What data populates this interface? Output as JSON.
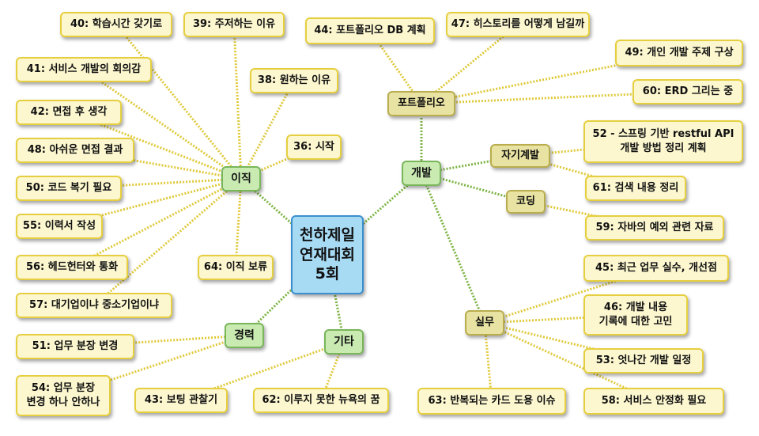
{
  "center": "천하제일\n연재대회\n5회",
  "nodes": {
    "ijik": "이직",
    "gaebal": "개발",
    "gyeongryeok": "경력",
    "gita": "기타",
    "portfolio": "포트폴리오",
    "jagi": "자기계발",
    "coding": "코딩",
    "silmu": "실무",
    "n40": "40: 학습시간 갖기로",
    "n39": "39: 주저하는 이유",
    "n41": "41: 서비스 개발의 회의감",
    "n38": "38: 원하는 이유",
    "n42": "42: 면접 후 생각",
    "n48": "48: 아쉬운 면접 결과",
    "n36": "36: 시작",
    "n50": "50: 코드 복기 필요",
    "n55": "55: 이력서 작성",
    "n56": "56: 헤드헌터와 통화",
    "n64": "64: 이직 보류",
    "n57": "57: 대기업이냐 중소기업이냐",
    "n51": "51: 업무 분장 변경",
    "n54": "54: 업무 분장\n변경 하나 안하나",
    "n43": "43: 보팅 관찰기",
    "n62": "62: 이루지 못한 뉴욕의 꿈",
    "n44": "44: 포트폴리오 DB 계획",
    "n47": "47: 히스토리를 어떻게 남길까",
    "n49": "49: 개인 개발 주제 구상",
    "n60": "60: ERD 그리는 중",
    "n52": "52 - 스프링 기반 restful API\n개발 방법 정리 계획",
    "n61": "61: 검색 내용 정리",
    "n59": "59: 자바의 예외 관련 자료",
    "n45": "45: 최근 업무 실수, 개선점",
    "n46": "46: 개발 내용\n기록에 대한 고민",
    "n53": "53: 엇나간 개발 일정",
    "n58": "58: 서비스 안정화 필요",
    "n63": "63: 반복되는 카드 도용 이슈"
  },
  "edges": [
    [
      "center",
      "ijik"
    ],
    [
      "center",
      "gaebal"
    ],
    [
      "center",
      "gyeongryeok"
    ],
    [
      "center",
      "gita"
    ],
    [
      "ijik",
      "n40"
    ],
    [
      "ijik",
      "n39"
    ],
    [
      "ijik",
      "n41"
    ],
    [
      "ijik",
      "n38"
    ],
    [
      "ijik",
      "n42"
    ],
    [
      "ijik",
      "n48"
    ],
    [
      "ijik",
      "n36"
    ],
    [
      "ijik",
      "n50"
    ],
    [
      "ijik",
      "n55"
    ],
    [
      "ijik",
      "n56"
    ],
    [
      "ijik",
      "n64"
    ],
    [
      "ijik",
      "n57"
    ],
    [
      "gyeongryeok",
      "n51"
    ],
    [
      "gyeongryeok",
      "n54"
    ],
    [
      "gita",
      "n43"
    ],
    [
      "gita",
      "n62"
    ],
    [
      "gaebal",
      "portfolio"
    ],
    [
      "gaebal",
      "jagi"
    ],
    [
      "gaebal",
      "coding"
    ],
    [
      "gaebal",
      "silmu"
    ],
    [
      "portfolio",
      "n44"
    ],
    [
      "portfolio",
      "n47"
    ],
    [
      "portfolio",
      "n49"
    ],
    [
      "portfolio",
      "n60"
    ],
    [
      "jagi",
      "n52"
    ],
    [
      "jagi",
      "n61"
    ],
    [
      "coding",
      "n59"
    ],
    [
      "silmu",
      "n45"
    ],
    [
      "silmu",
      "n46"
    ],
    [
      "silmu",
      "n53"
    ],
    [
      "silmu",
      "n58"
    ],
    [
      "silmu",
      "n63"
    ]
  ],
  "colors": {
    "green_edge": "#7cb342",
    "yellow_edge": "#e0c93a"
  }
}
